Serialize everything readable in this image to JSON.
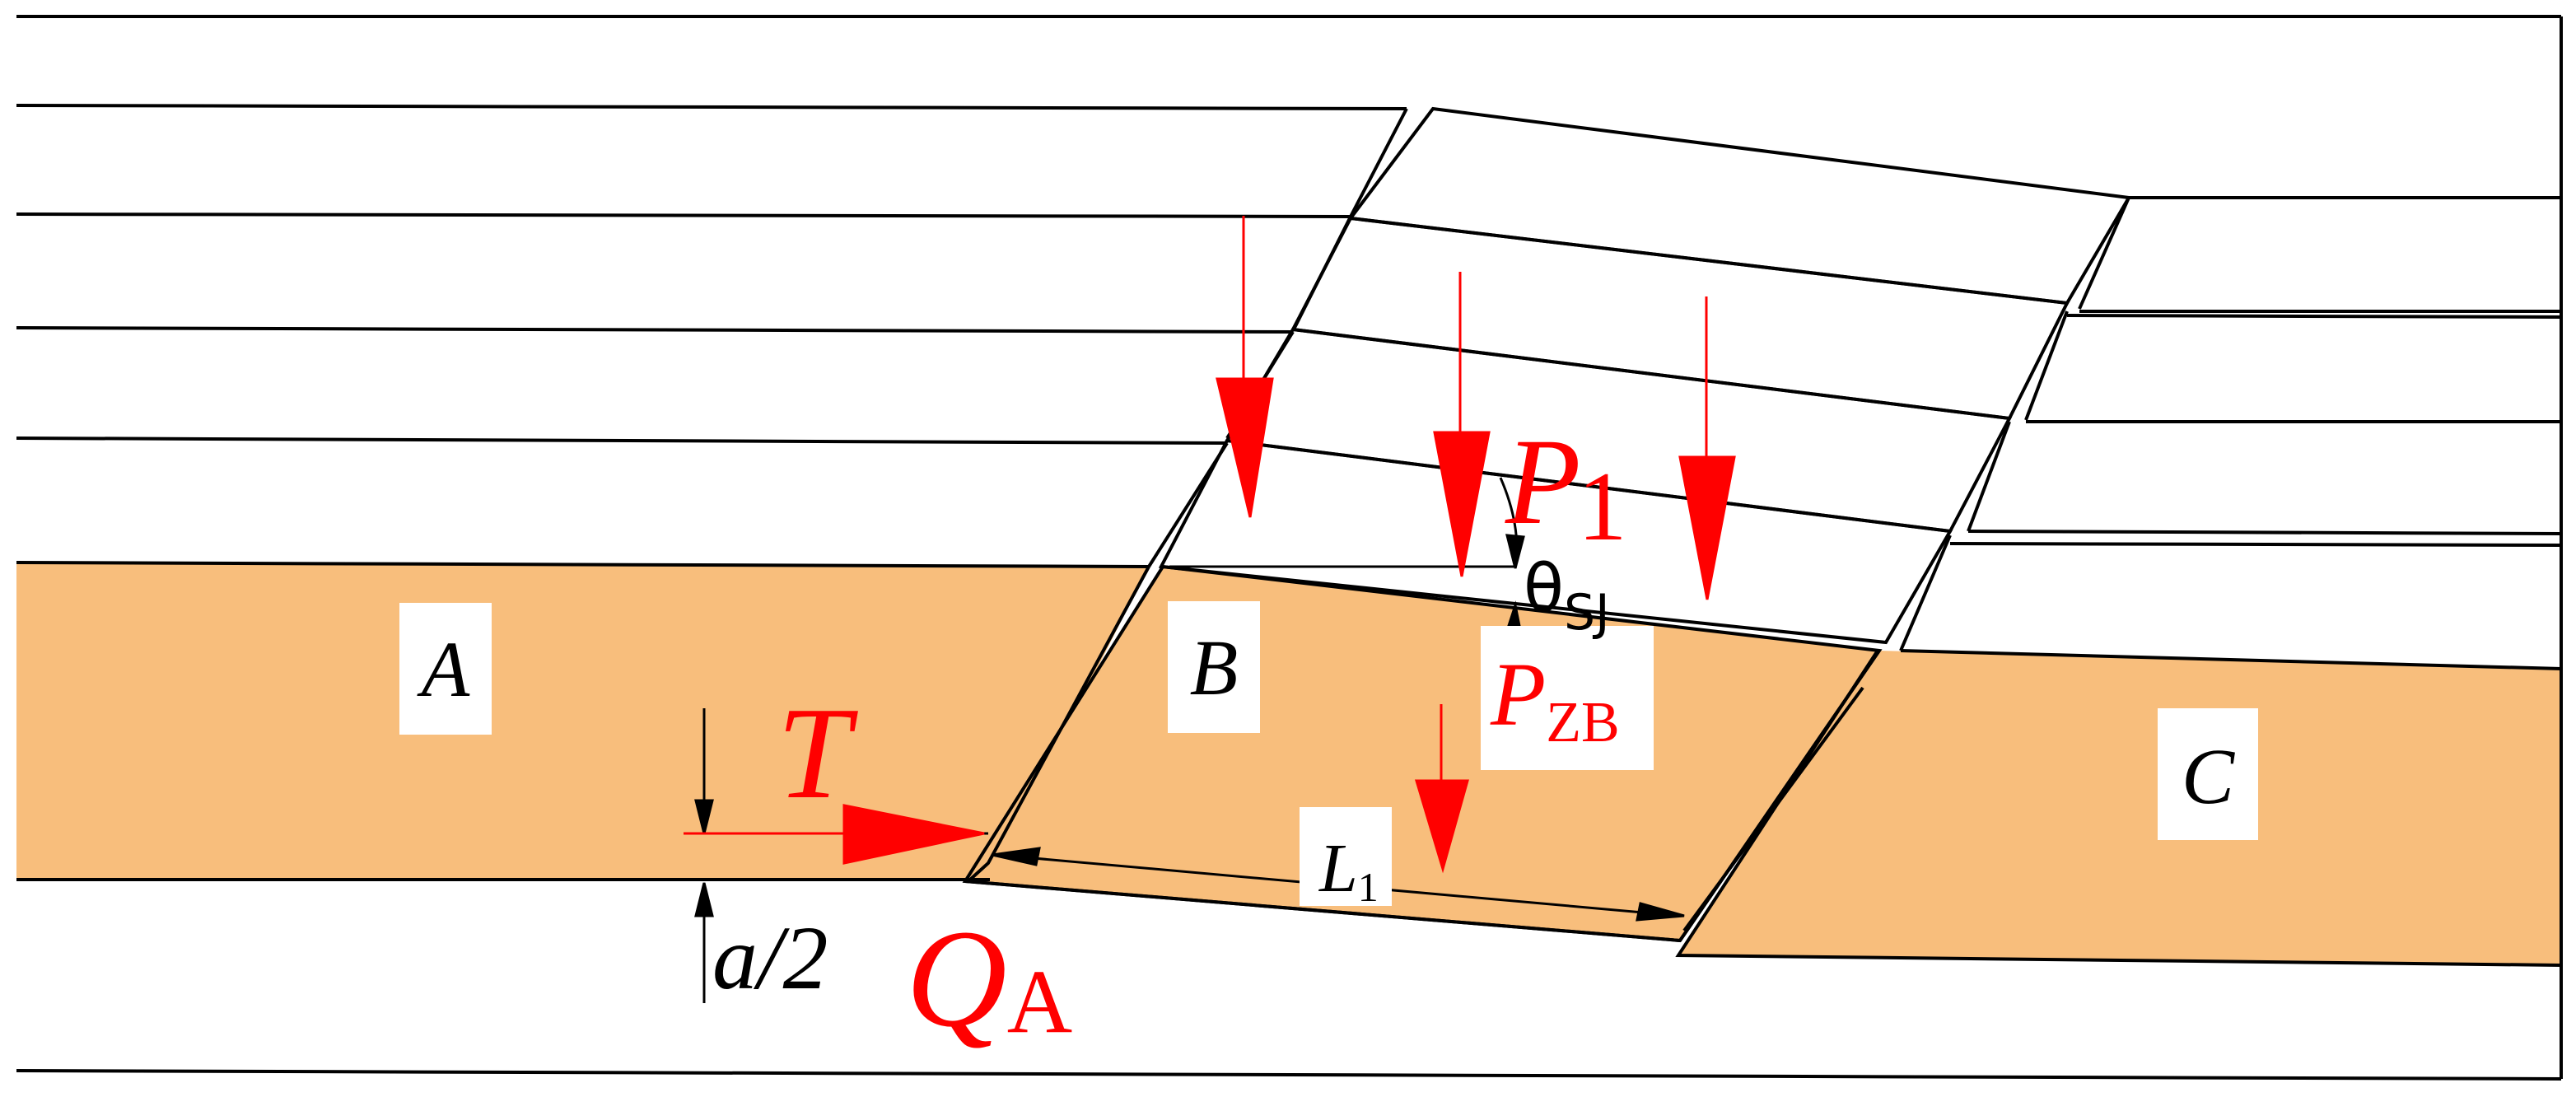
{
  "colors": {
    "layer_fill": "#f8be7c",
    "line": "#000000",
    "force": "#ff0000"
  },
  "labels": {
    "block_a": "A",
    "block_b": "B",
    "block_c": "C",
    "p1_main": "P",
    "p1_sub": "1",
    "theta_main": "θ",
    "theta_sub": "SJ",
    "pzb_main": "P",
    "pzb_sub": "ZB",
    "t": "T",
    "l1_main": "L",
    "l1_sub": "1",
    "a_half": "a/2",
    "qa_main": "Q",
    "qa_sub": "A"
  }
}
